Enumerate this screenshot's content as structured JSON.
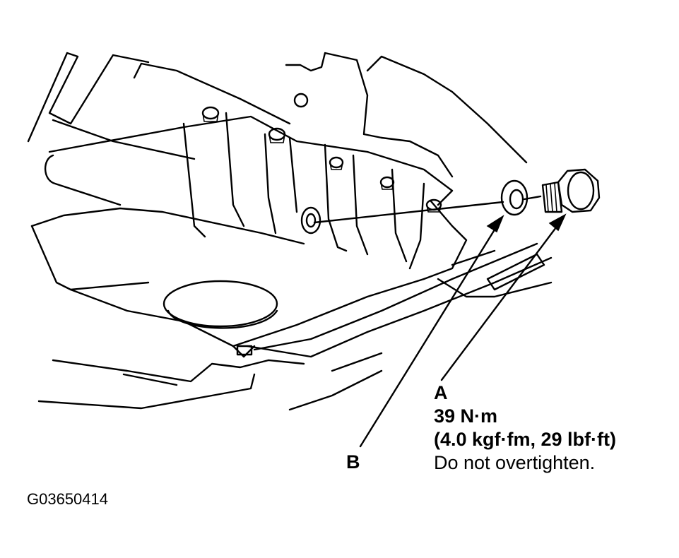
{
  "callouts": {
    "a": {
      "letter": "A",
      "torque_metric": "39 N·m",
      "torque_alt": "(4.0 kgf·fm, 29 lbf·ft)",
      "note": "Do not overtighten."
    },
    "b": {
      "letter": "B"
    }
  },
  "figure_code": "G03650414"
}
